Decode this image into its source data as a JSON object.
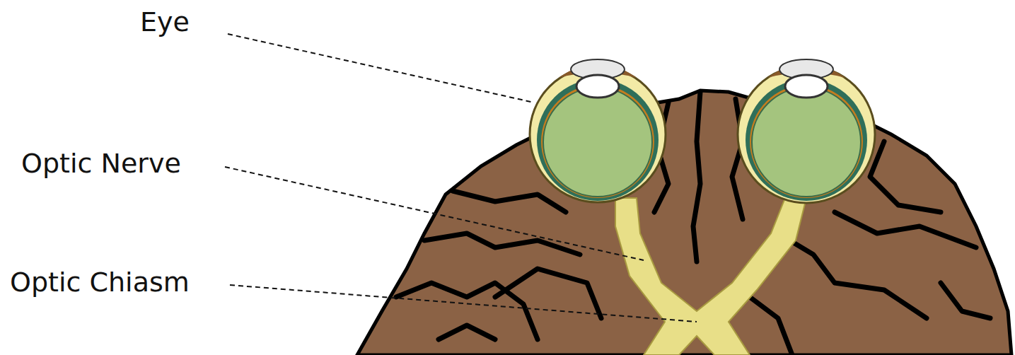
{
  "diagram": {
    "labels": [
      "Eye",
      "Optic Nerve",
      "Optic Chiasm"
    ]
  }
}
